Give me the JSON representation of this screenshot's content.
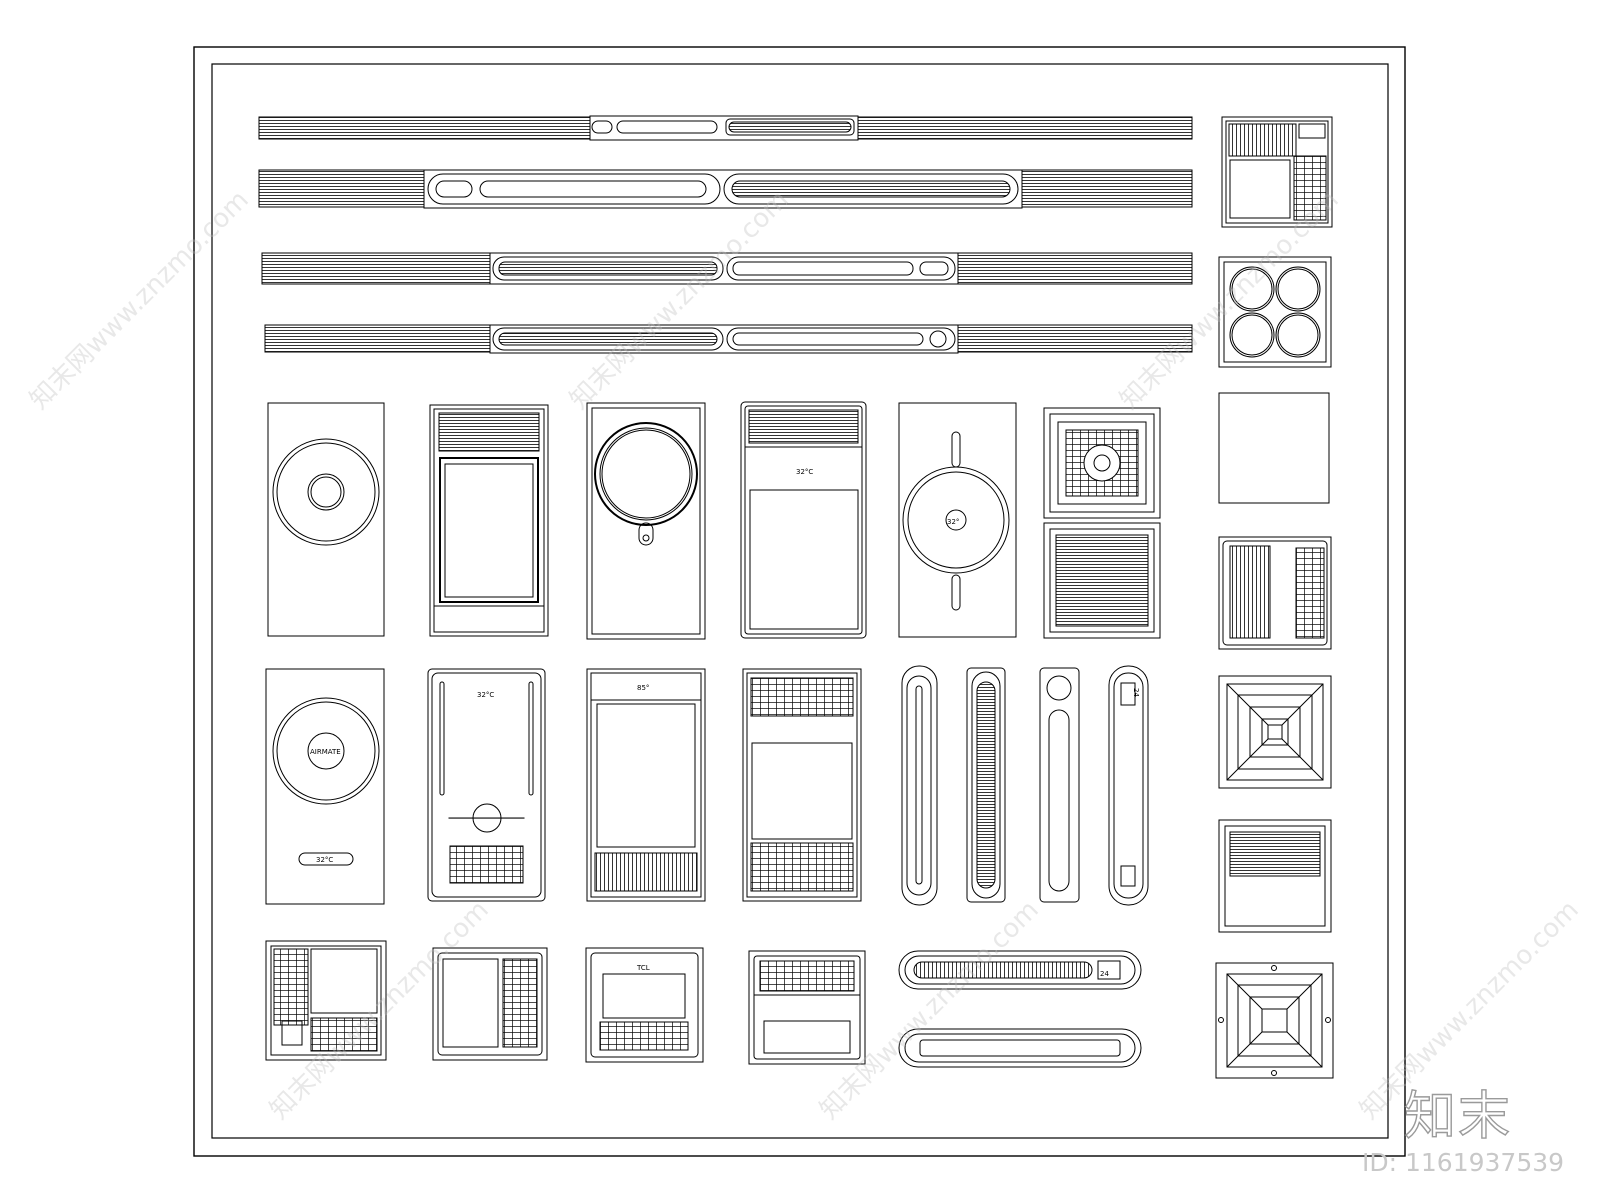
{
  "labels": {
    "temp": "32°C",
    "temp_short": "32°",
    "brand": "AIRMATE",
    "tcl": "TCL",
    "num24": "24",
    "small_temp": "85°"
  },
  "watermark": {
    "logo": "知末",
    "id": "ID: 1161937539",
    "site": "知末网www.znzmo.com"
  },
  "colors": {
    "line": "#000000",
    "watermark": "#bdbdbd"
  }
}
